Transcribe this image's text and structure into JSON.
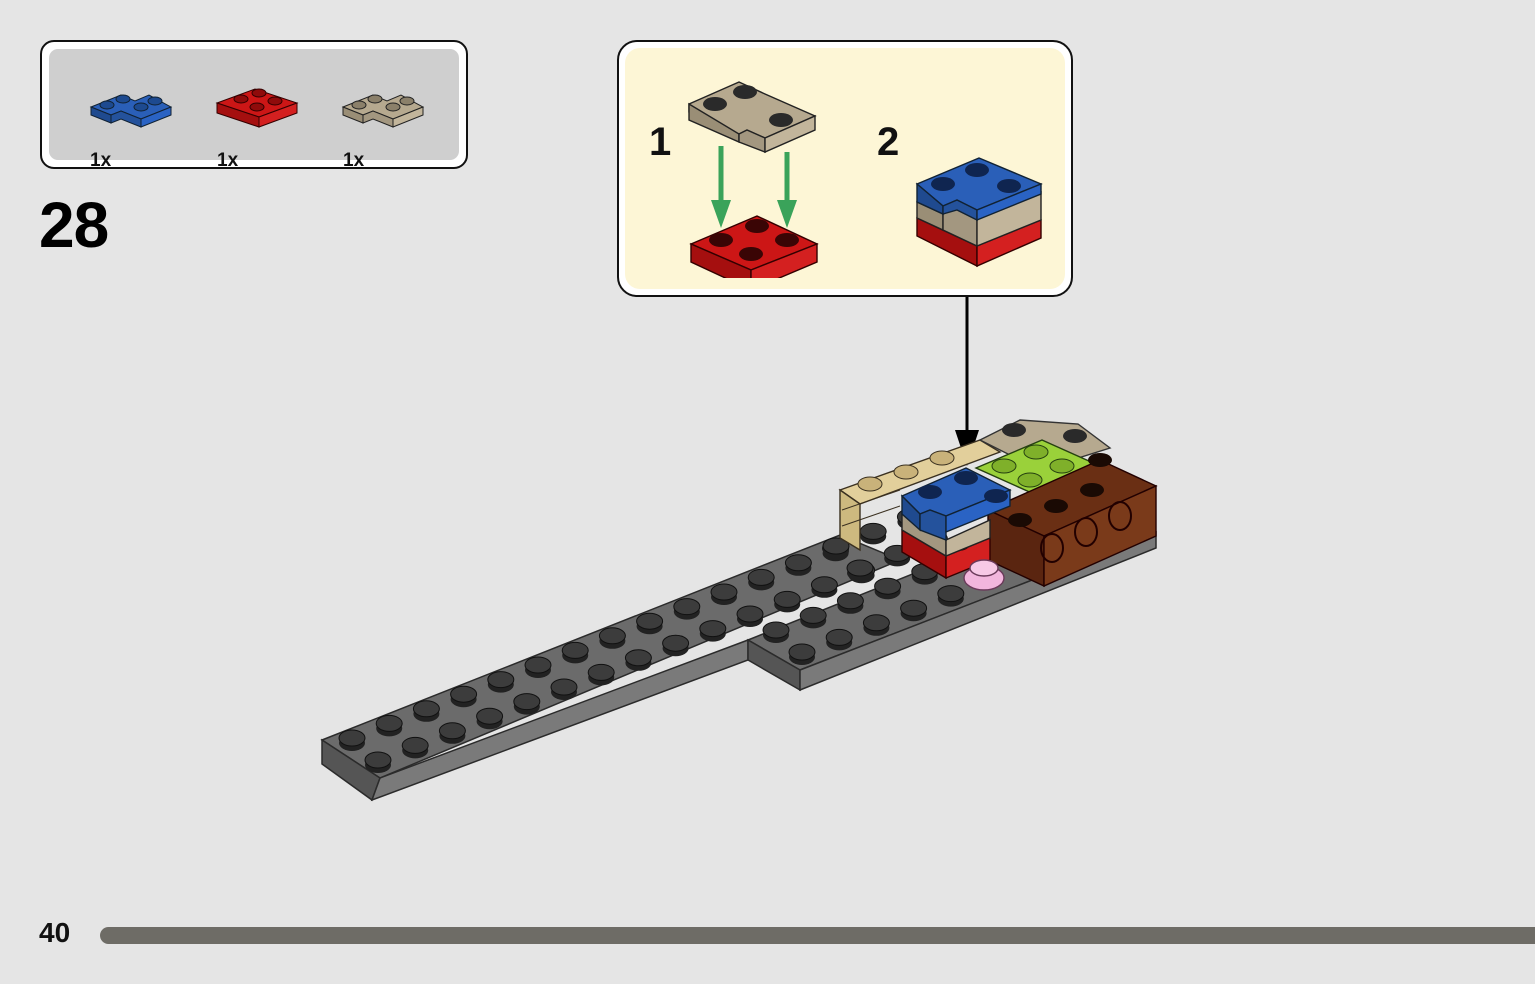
{
  "parts_list": {
    "items": [
      {
        "name": "blue-corner-plate",
        "color": "#2a5fb8",
        "quantity": "1x"
      },
      {
        "name": "red-plate-2x2",
        "color": "#cc1616",
        "quantity": "1x"
      },
      {
        "name": "tan-corner-plate",
        "color": "#b6a98f",
        "quantity": "1x"
      }
    ]
  },
  "step": {
    "number": "28"
  },
  "callout": {
    "sub_steps": [
      {
        "label": "1"
      },
      {
        "label": "2"
      }
    ],
    "arrow_color": "#3aa35a"
  },
  "footer": {
    "page_number": "40"
  },
  "colors": {
    "page_background": "#e5e5e5",
    "callout_background": "#fdf6d6",
    "plate_gray": "#6b6b6b",
    "brown": "#6a2f14",
    "lime": "#9ad13a",
    "sand": "#e2cf9b",
    "pink": "#f2b6dd"
  }
}
